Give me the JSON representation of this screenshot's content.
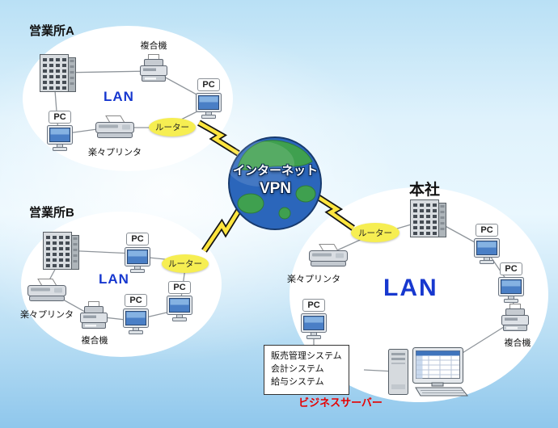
{
  "diagram": {
    "internet": {
      "line1": "インターネット",
      "line2": "VPN"
    },
    "office_a": {
      "title": "営業所A",
      "lan": "LAN",
      "router": "ルーター",
      "mfp": "複合機",
      "pc1": "PC",
      "pc2": "PC",
      "printer": "楽々プリンタ"
    },
    "office_b": {
      "title": "営業所B",
      "lan": "LAN",
      "router": "ルーター",
      "pc1": "PC",
      "pc2": "PC",
      "pc3": "PC",
      "printer": "楽々プリンタ",
      "mfp": "複合機"
    },
    "hq": {
      "title": "本社",
      "lan": "LAN",
      "router": "ルーター",
      "pc1": "PC",
      "pc2": "PC",
      "pc3": "PC",
      "mfp": "複合機",
      "printer": "楽々プリンタ",
      "server_label": "ビジネスサーバー",
      "systems": [
        "販売管理システム",
        "会計システム",
        "給与システム"
      ]
    }
  },
  "colors": {
    "lan_text": "#1738cf",
    "router_fill": "#f6ee52",
    "server_label_text": "#e60000",
    "bolt_fill": "#ffe53e",
    "lan_boundary_fill": "#ffffff",
    "globe_ocean": "#2b66bb",
    "globe_land": "#3fa04f"
  }
}
